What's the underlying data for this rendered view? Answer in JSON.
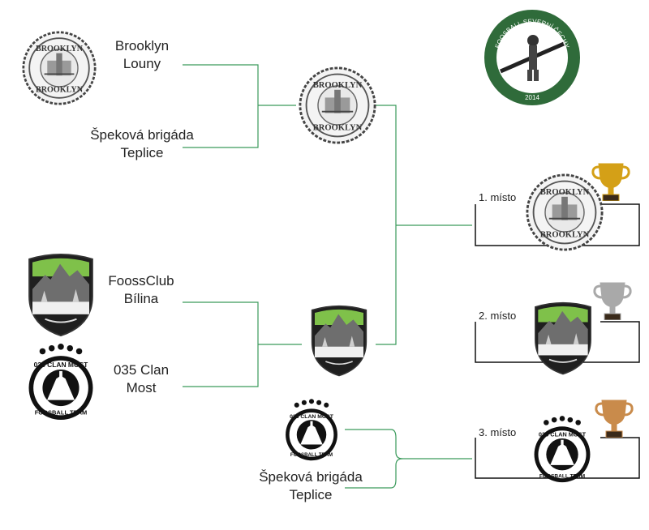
{
  "bracket": {
    "semifinal_1": {
      "team_a": {
        "name": "Brooklyn",
        "city": "Louny",
        "logo": "brooklyn-logo"
      },
      "team_b": {
        "name": "Špeková brigáda",
        "city": "Teplice"
      },
      "winner_logo": "brooklyn-logo"
    },
    "semifinal_2": {
      "team_a": {
        "name": "FoossClub",
        "city": "Bílina",
        "logo": "foossclub-logo"
      },
      "team_b": {
        "name": "035 Clan",
        "city": "Most",
        "logo": "clan-most-logo"
      },
      "winner_logo": "foossclub-logo"
    },
    "third_place_match": {
      "team_a": {
        "logo": "clan-most-logo"
      },
      "team_b": {
        "name": "Špeková brigáda",
        "city": "Teplice"
      }
    }
  },
  "results": [
    {
      "label": "1. místo",
      "logo": "brooklyn-logo",
      "trophy": "gold-trophy-icon",
      "trophy_color": "#d4a017"
    },
    {
      "label": "2. místo",
      "logo": "foossclub-logo",
      "trophy": "silver-trophy-icon",
      "trophy_color": "#a9a9a9"
    },
    {
      "label": "3. místo",
      "logo": "clan-most-logo",
      "trophy": "bronze-trophy-icon",
      "trophy_color": "#c98b4b"
    }
  ],
  "logos": {
    "brooklyn": {
      "top": "BROOKLYN",
      "bottom": "BROOKLYN"
    },
    "clan": {
      "top": "035 CLAN MOST",
      "bottom": "FOOSBALL TEAM"
    },
    "league": {
      "text": "FOOSBALL SEVERNÍ ČECHY",
      "year": "2014"
    }
  },
  "colors": {
    "line": "#3a9a5b",
    "league_green": "#2f6b3a",
    "shield_green": "#7fc14a"
  }
}
